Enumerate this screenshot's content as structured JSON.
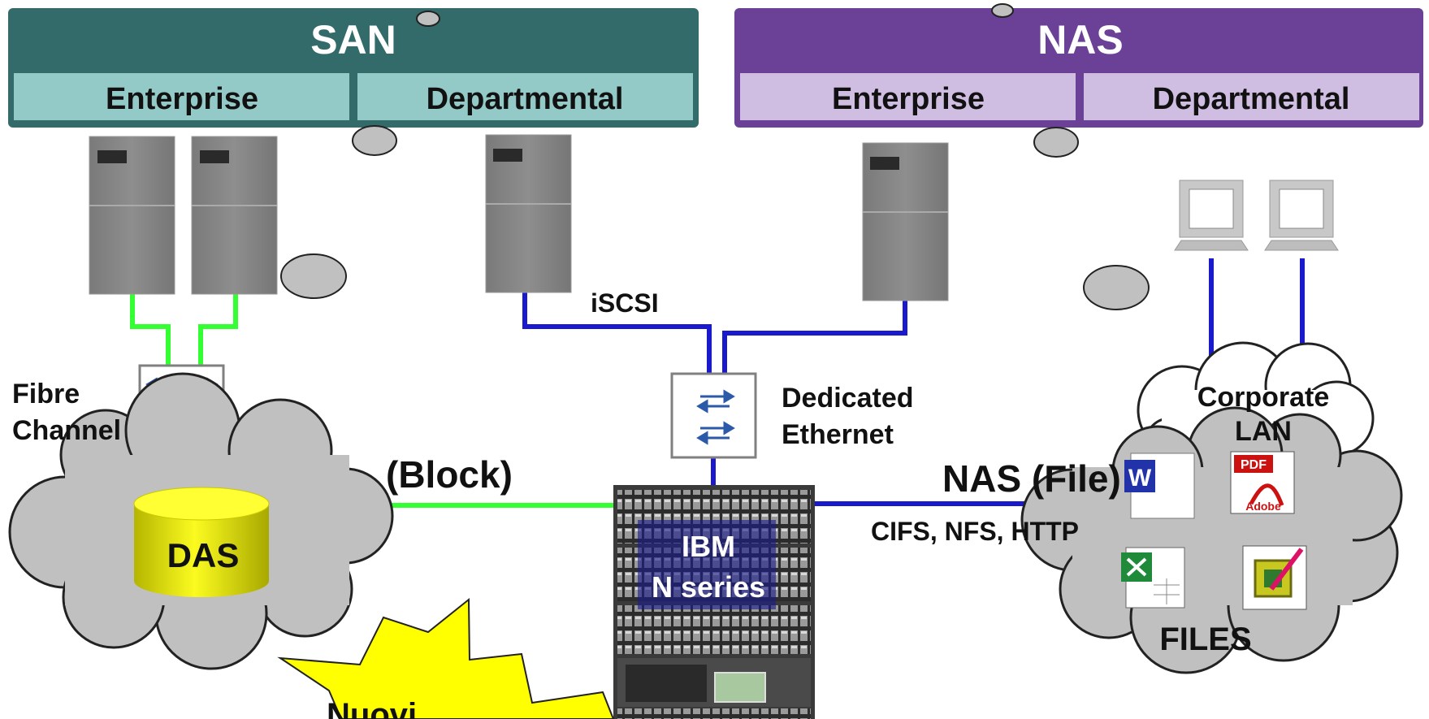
{
  "san": {
    "title": "SAN",
    "sub_left": "Enterprise",
    "sub_right": "Departmental",
    "color_dark": "#336b6b",
    "color_light": "#93c9c6"
  },
  "nas": {
    "title": "NAS",
    "sub_left": "Enterprise",
    "sub_right": "Departmental",
    "color_dark": "#6a4196",
    "color_light": "#d0bde2"
  },
  "labels": {
    "iscsi": "iSCSI",
    "fibre_1": "Fibre",
    "fibre_2": "Channel",
    "dedicated_1": "Dedicated",
    "dedicated_2": "Ethernet",
    "block": "(Block)",
    "nas_file": "NAS (File)",
    "protocols": "CIFS, NFS, HTTP",
    "corporate_1": "Corporate",
    "corporate_2": "LAN",
    "das": "DAS",
    "ibm_1": "IBM",
    "ibm_2": "N series",
    "files": "FILES",
    "nuovi": "Nuovi"
  },
  "file_icons": [
    "word-icon",
    "pdf-icon",
    "excel-icon",
    "image-edit-icon"
  ],
  "icon_text": {
    "word": "W",
    "pdf": "PDF",
    "adobe": "Adobe"
  },
  "colors": {
    "fibre_line": "#33ff33",
    "ethernet_line": "#1a1acc",
    "cloud_fill": "#c0c0c0",
    "das_fill": "#f5f500",
    "star_fill": "#ffff00",
    "server_fill": "#868686"
  }
}
